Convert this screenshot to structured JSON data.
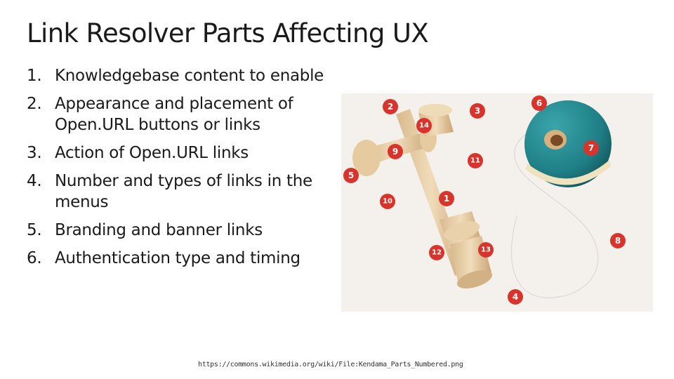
{
  "slide": {
    "title": "Link Resolver Parts Affecting UX",
    "bullets": [
      {
        "num": "1.",
        "text": "Knowledgebase content to enable"
      },
      {
        "num": "2.",
        "text": "Appearance and placement of Open.URL buttons or links"
      },
      {
        "num": "3.",
        "text": "Action of Open.URL links"
      },
      {
        "num": "4.",
        "text": "Number and types of links in the menus"
      },
      {
        "num": "5.",
        "text": "Branding and banner links"
      },
      {
        "num": "6.",
        "text": "Authentication type and timing"
      }
    ],
    "source_url": "https://commons.wikimedia.org/wiki/File:Kendama_Parts_Numbered.png"
  },
  "image": {
    "subject": "kendama-photo",
    "markers": [
      "1",
      "2",
      "3",
      "4",
      "5",
      "6",
      "7",
      "8",
      "9",
      "10",
      "11",
      "12",
      "13",
      "14"
    ],
    "colors": {
      "marker": "#d9342b",
      "wood": "#e8cfa8",
      "ball": "#1f7f86",
      "ball_band": "#efe3bf",
      "string": "#eeeeee",
      "text": "#1a1a1a"
    }
  }
}
